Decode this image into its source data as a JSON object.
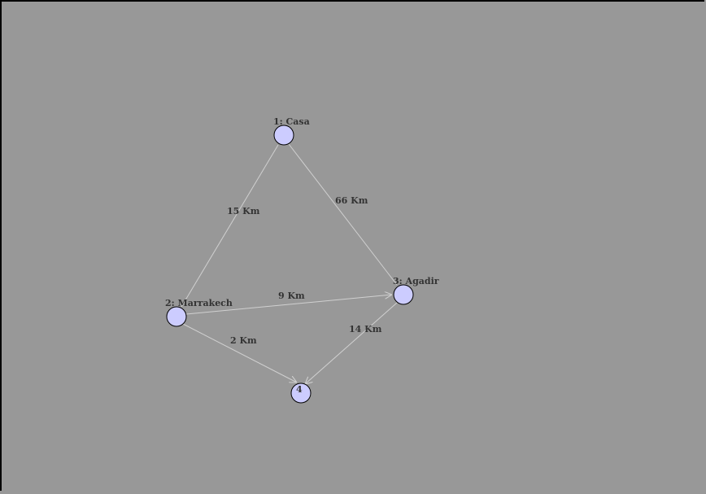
{
  "colors": {
    "background": "#989898",
    "node_fill": "#ccccff",
    "edge": "#d0d0d0",
    "label": "#333333"
  },
  "graph": {
    "nodes": [
      {
        "id": "1",
        "label": "1: Casa"
      },
      {
        "id": "2",
        "label": "2: Marrakech"
      },
      {
        "id": "3",
        "label": "3: Agadir"
      },
      {
        "id": "4",
        "label": "4"
      }
    ],
    "edges": [
      {
        "from": "1",
        "to": "2",
        "label": "15 Km",
        "directed": false
      },
      {
        "from": "1",
        "to": "3",
        "label": "66 Km",
        "directed": false
      },
      {
        "from": "2",
        "to": "3",
        "label": "9 Km",
        "directed": true
      },
      {
        "from": "2",
        "to": "4",
        "label": "2 Km",
        "directed": true
      },
      {
        "from": "3",
        "to": "4",
        "label": "14 Km",
        "directed": true
      }
    ]
  }
}
